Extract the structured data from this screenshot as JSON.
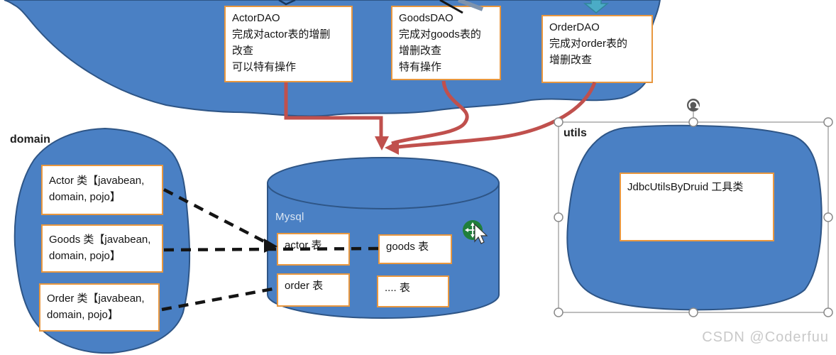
{
  "labels": {
    "domain": "domain",
    "utils": "utils",
    "database": "Mysql"
  },
  "dao_boxes": [
    {
      "name": "actor-dao",
      "lines": [
        "ActorDAO",
        "完成对actor表的增删",
        "改查",
        "可以特有操作"
      ]
    },
    {
      "name": "goods-dao",
      "lines": [
        "GoodsDAO",
        "完成对goods表的",
        "增删改查",
        "特有操作"
      ]
    },
    {
      "name": "order-dao",
      "lines": [
        "OrderDAO",
        "完成对order表的",
        "增删改查"
      ]
    }
  ],
  "domain_group": {
    "boxes": [
      {
        "name": "actor-class",
        "lines": [
          "Actor 类【javabean,",
          "domain, pojo】"
        ]
      },
      {
        "name": "goods-class",
        "lines": [
          "Goods 类【javabean,",
          "domain, pojo】"
        ]
      },
      {
        "name": "order-class",
        "lines": [
          "Order 类【javabean,",
          "domain, pojo】"
        ]
      }
    ]
  },
  "database": {
    "tables": [
      {
        "name": "actor-table",
        "label": "actor 表"
      },
      {
        "name": "goods-table",
        "label": "goods 表"
      },
      {
        "name": "order-table",
        "label": "order 表"
      },
      {
        "name": "other-table",
        "label": ".... 表"
      }
    ]
  },
  "utils_group": {
    "box_label": "JdbcUtilsByDruid 工具类"
  },
  "watermark": "CSDN @Coderfuu",
  "icons": {
    "rotation_handle": "rotate-icon",
    "cursor_highlight": "move-cursor-icon",
    "down_arrow": "teal-down-arrow-icon"
  },
  "colors": {
    "blob_blue": "#4a80c4",
    "blob_border": "#2e5586",
    "box_border": "#e8973f",
    "connector_red": "#c0504d",
    "connector_black": "#141414",
    "arrow_teal": "#4bacc6",
    "cursor_green": "#1e7e34",
    "selection_gray": "#9b9b9b",
    "watermark_gray": "#c9c9c9"
  }
}
